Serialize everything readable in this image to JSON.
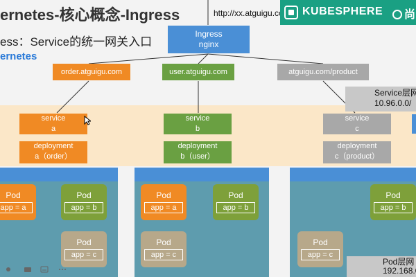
{
  "slide": {
    "title": "ernetes-核心概念-Ingress",
    "subtitle": "ess：Service的统一网关入口",
    "k8s_label": "ernetes",
    "url": "http://xx.atguigu.com"
  },
  "banner": {
    "brand": "KUBESPHERE",
    "right_text": "尚",
    "color": "#1aa083"
  },
  "ingress": {
    "line1": "Ingress",
    "line2": "nginx"
  },
  "routes": [
    {
      "label": "order.atguigu.com"
    },
    {
      "label": "user.atguigu.com"
    },
    {
      "label": "atguigu.com/product"
    }
  ],
  "services": [
    {
      "line1": "service",
      "line2": "a"
    },
    {
      "line1": "service",
      "line2": "b"
    },
    {
      "line1": "service",
      "line2": "c"
    }
  ],
  "deployments": [
    {
      "line1": "deployment",
      "line2": "a（order）"
    },
    {
      "line1": "deployment",
      "line2": "b（user）"
    },
    {
      "line1": "deployment",
      "line2": "c（product）"
    }
  ],
  "service_layer": {
    "line1": "Service层网",
    "line2": "10.96.0.0/"
  },
  "pod_layer": {
    "line1": "Pod层网",
    "line2": "192.168.0."
  },
  "pods": [
    {
      "label": "Pod",
      "tag": "app = a"
    },
    {
      "label": "Pod",
      "tag": "app = b"
    },
    {
      "label": "Pod",
      "tag": "app = c"
    }
  ]
}
